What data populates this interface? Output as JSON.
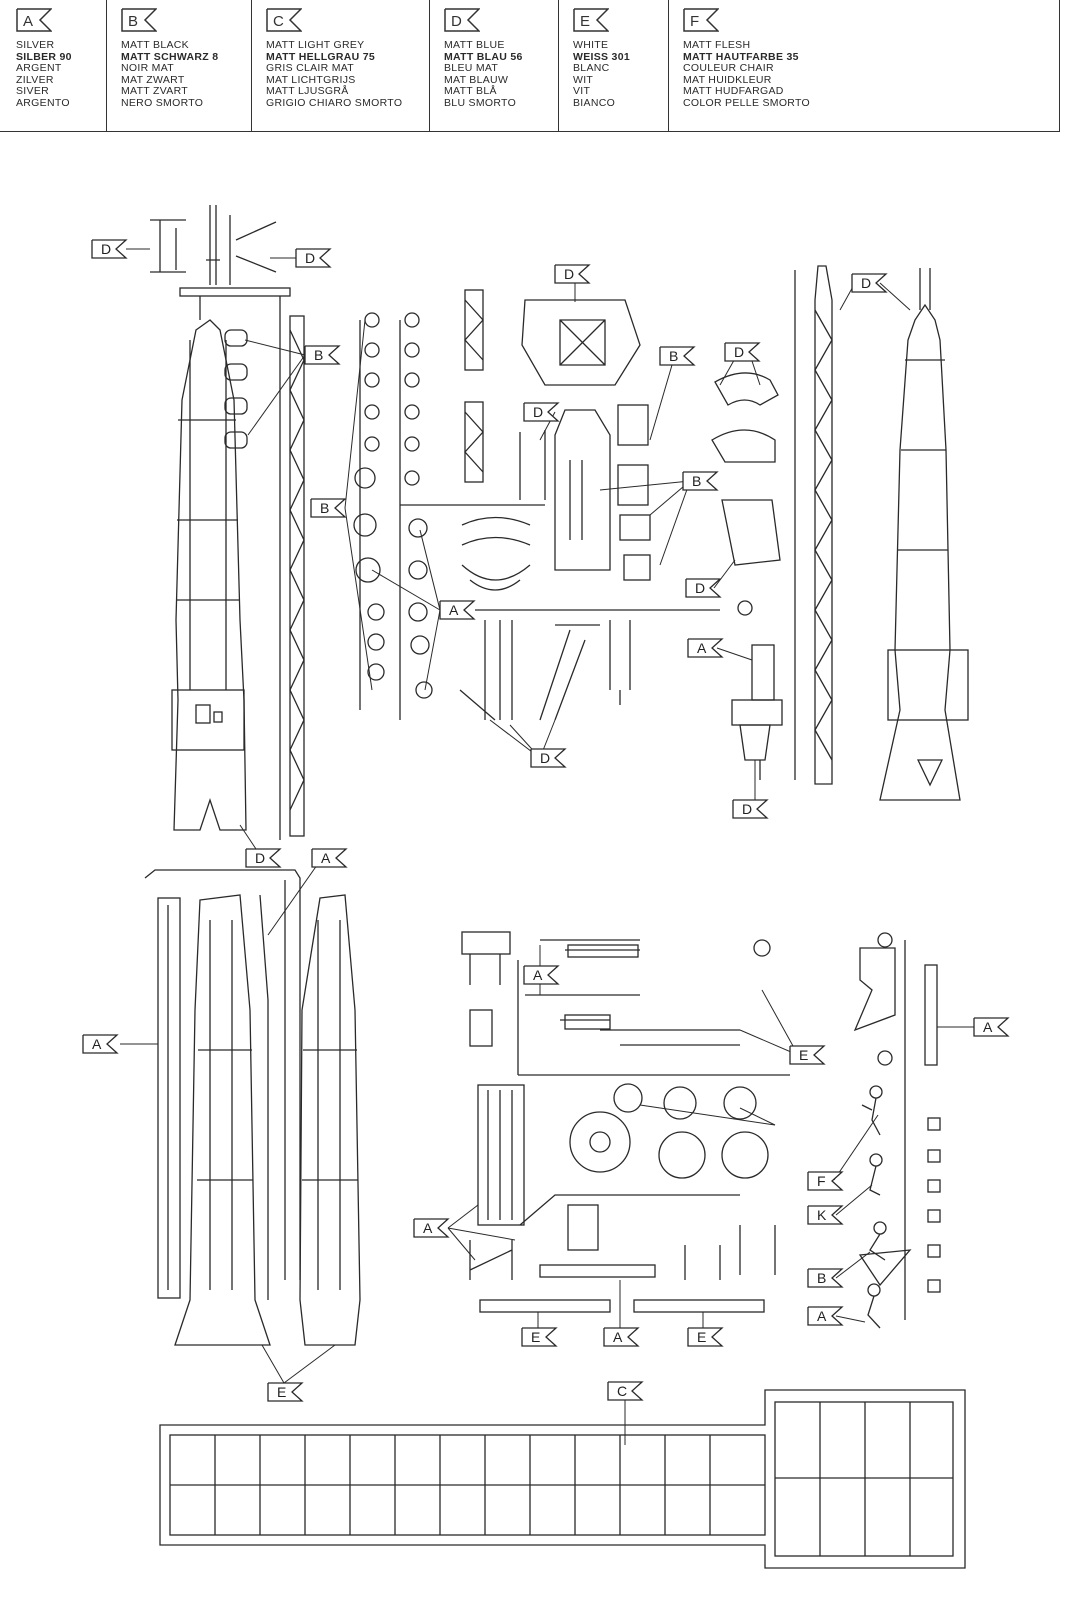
{
  "legend": [
    {
      "code": "A",
      "lines": [
        "SILVER",
        "SILBER 90",
        "ARGENT",
        "ZILVER",
        "SIVER",
        "ARGENTO"
      ],
      "bold": 1
    },
    {
      "code": "B",
      "lines": [
        "MATT BLACK",
        "MATT SCHWARZ 8",
        "NOIR MAT",
        "MAT ZWART",
        "MATT ZVART",
        "NERO SMORTO"
      ],
      "bold": 1
    },
    {
      "code": "C",
      "lines": [
        "MATT LIGHT GREY",
        "MATT HELLGRAU 75",
        "GRIS CLAIR MAT",
        "MAT LICHTGRIJS",
        "MATT LJUSGRÅ",
        "GRIGIO CHIARO SMORTO"
      ],
      "bold": 1
    },
    {
      "code": "D",
      "lines": [
        "MATT BLUE",
        "MATT BLAU 56",
        "BLEU MAT",
        "MAT BLAUW",
        "MATT BLÅ",
        "BLU SMORTO"
      ],
      "bold": 1
    },
    {
      "code": "E",
      "lines": [
        "WHITE",
        "WEISS 301",
        "BLANC",
        "WIT",
        "VIT",
        "BIANCO"
      ],
      "bold": 1
    },
    {
      "code": "F",
      "lines": [
        "MATT FLESH",
        "MATT HAUTFARBE 35",
        "COULEUR CHAIR",
        "MAT HUIDKLEUR",
        "MATT HUDFARGAD",
        "COLOR PELLE SMORTO"
      ],
      "bold": 1
    }
  ],
  "callouts": [
    "D",
    "D",
    "B",
    "B",
    "D",
    "D",
    "B",
    "D",
    "A",
    "B",
    "D",
    "D",
    "A",
    "D",
    "D",
    "D",
    "A",
    "A",
    "A",
    "E",
    "A",
    "F",
    "K",
    "B",
    "A",
    "A",
    "E",
    "A",
    "E",
    "E",
    "C"
  ],
  "colors": {
    "ink": "#2a2a2a",
    "paper": "#ffffff"
  }
}
